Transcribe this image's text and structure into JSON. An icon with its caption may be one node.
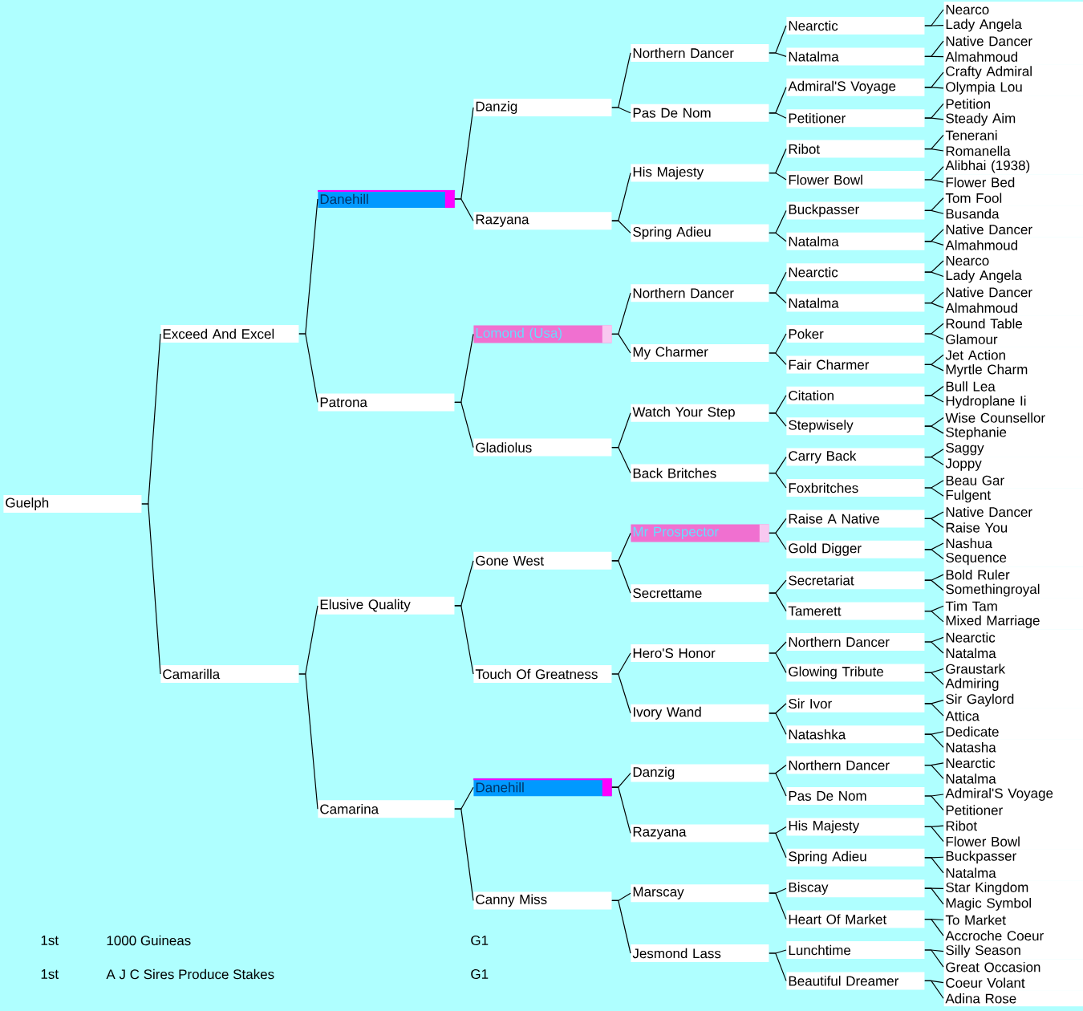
{
  "diagram": {
    "nodes": [
      {
        "text": [
          "Guelph"
        ]
      },
      {
        "text": [
          "Exceed And Excel"
        ]
      },
      {
        "text": [
          "Camarilla"
        ]
      },
      {
        "text": [
          "Danehill"
        ]
      },
      {
        "text": [
          "Patrona"
        ]
      },
      {
        "text": [
          "Elusive Quality"
        ]
      },
      {
        "text": [
          "Camarina"
        ]
      },
      {
        "text": [
          "Danzig"
        ]
      },
      {
        "text": [
          "Razyana"
        ]
      },
      {
        "text": [
          "Lomond (Usa)"
        ]
      },
      {
        "text": [
          "Gladiolus"
        ]
      },
      {
        "text": [
          "Gone West"
        ]
      },
      {
        "text": [
          "Touch Of Greatness"
        ]
      },
      {
        "text": [
          "Danehill"
        ]
      },
      {
        "text": [
          "Canny Miss"
        ]
      },
      {
        "text": [
          "Northern Dancer"
        ]
      },
      {
        "text": [
          "Pas De Nom"
        ]
      },
      {
        "text": [
          "His Majesty"
        ]
      },
      {
        "text": [
          "Spring Adieu"
        ]
      },
      {
        "text": [
          "Northern Dancer"
        ]
      },
      {
        "text": [
          "My Charmer"
        ]
      },
      {
        "text": [
          "Watch Your Step"
        ]
      },
      {
        "text": [
          "Back Britches"
        ]
      },
      {
        "text": [
          "Mr Prospector"
        ]
      },
      {
        "text": [
          "Secrettame"
        ]
      },
      {
        "text": [
          "Hero'S Honor"
        ]
      },
      {
        "text": [
          "Ivory Wand"
        ]
      },
      {
        "text": [
          "Danzig"
        ]
      },
      {
        "text": [
          "Razyana"
        ]
      },
      {
        "text": [
          "Marscay"
        ]
      },
      {
        "text": [
          "Jesmond Lass"
        ]
      },
      {
        "text": [
          "Nearctic"
        ]
      },
      {
        "text": [
          "Natalma"
        ]
      },
      {
        "text": [
          "Admiral'S Voyage"
        ]
      },
      {
        "text": [
          "Petitioner"
        ]
      },
      {
        "text": [
          "Ribot"
        ]
      },
      {
        "text": [
          "Flower Bowl"
        ]
      },
      {
        "text": [
          "Buckpasser"
        ]
      },
      {
        "text": [
          "Natalma"
        ]
      },
      {
        "text": [
          "Nearctic"
        ]
      },
      {
        "text": [
          "Natalma"
        ]
      },
      {
        "text": [
          "Poker"
        ]
      },
      {
        "text": [
          "Fair Charmer"
        ]
      },
      {
        "text": [
          "Citation"
        ]
      },
      {
        "text": [
          "Stepwisely"
        ]
      },
      {
        "text": [
          "Carry Back"
        ]
      },
      {
        "text": [
          "Foxbritches"
        ]
      },
      {
        "text": [
          "Raise A Native"
        ]
      },
      {
        "text": [
          "Gold Digger"
        ]
      },
      {
        "text": [
          "Secretariat"
        ]
      },
      {
        "text": [
          "Tamerett"
        ]
      },
      {
        "text": [
          "Northern Dancer"
        ]
      },
      {
        "text": [
          "Glowing Tribute"
        ]
      },
      {
        "text": [
          "Sir Ivor"
        ]
      },
      {
        "text": [
          "Natashka"
        ]
      },
      {
        "text": [
          "Northern Dancer"
        ]
      },
      {
        "text": [
          "Pas De Nom"
        ]
      },
      {
        "text": [
          "His Majesty"
        ]
      },
      {
        "text": [
          "Spring Adieu"
        ]
      },
      {
        "text": [
          "Biscay"
        ]
      },
      {
        "text": [
          "Heart Of Market"
        ]
      },
      {
        "text": [
          "Lunchtime"
        ]
      },
      {
        "text": [
          "Beautiful Dreamer"
        ]
      },
      {
        "text": [
          "Nearco"
        ]
      },
      {
        "text": [
          "Lady Angela"
        ]
      },
      {
        "text": [
          "Native Dancer"
        ]
      },
      {
        "text": [
          "Almahmoud"
        ]
      },
      {
        "text": [
          "Crafty Admiral"
        ]
      },
      {
        "text": [
          "Olympia Lou"
        ]
      },
      {
        "text": [
          "Petition"
        ]
      },
      {
        "text": [
          "Steady Aim"
        ]
      },
      {
        "text": [
          "Tenerani"
        ]
      },
      {
        "text": [
          "Romanella"
        ]
      },
      {
        "text": [
          "Alibhai (1938)"
        ]
      },
      {
        "text": [
          "Flower Bed"
        ]
      },
      {
        "text": [
          "Tom Fool"
        ]
      },
      {
        "text": [
          "Busanda"
        ]
      },
      {
        "text": [
          "Native Dancer"
        ]
      },
      {
        "text": [
          "Almahmoud"
        ]
      },
      {
        "text": [
          "Nearco"
        ]
      },
      {
        "text": [
          "Lady Angela"
        ]
      },
      {
        "text": [
          "Native Dancer"
        ]
      },
      {
        "text": [
          "Almahmoud"
        ]
      },
      {
        "text": [
          "Round Table"
        ]
      },
      {
        "text": [
          "Glamour"
        ]
      },
      {
        "text": [
          "Jet Action"
        ]
      },
      {
        "text": [
          "Myrtle Charm"
        ]
      },
      {
        "text": [
          "Bull Lea"
        ]
      },
      {
        "text": [
          "Hydroplane Ii"
        ]
      },
      {
        "text": [
          "Wise Counsellor"
        ]
      },
      {
        "text": [
          "Stephanie"
        ]
      },
      {
        "text": [
          "Saggy"
        ]
      },
      {
        "text": [
          "Joppy"
        ]
      },
      {
        "text": [
          "Beau Gar"
        ]
      },
      {
        "text": [
          "Fulgent"
        ]
      },
      {
        "text": [
          "Native Dancer"
        ]
      },
      {
        "text": [
          "Raise You"
        ]
      },
      {
        "text": [
          "Nashua"
        ]
      },
      {
        "text": [
          "Sequence"
        ]
      },
      {
        "text": [
          "Bold Ruler"
        ]
      },
      {
        "text": [
          "Somethingroyal"
        ]
      },
      {
        "text": [
          "Tim Tam"
        ]
      },
      {
        "text": [
          "Mixed Marriage"
        ]
      },
      {
        "text": [
          "Nearctic"
        ]
      },
      {
        "text": [
          "Natalma"
        ]
      },
      {
        "text": [
          "Graustark"
        ]
      },
      {
        "text": [
          "Admiring"
        ]
      },
      {
        "text": [
          "Sir Gaylord"
        ]
      },
      {
        "text": [
          "Attica"
        ]
      },
      {
        "text": [
          "Dedicate"
        ]
      },
      {
        "text": [
          "Natasha"
        ]
      },
      {
        "text": [
          "Nearctic"
        ]
      },
      {
        "text": [
          "Natalma"
        ]
      },
      {
        "text": [
          "Admiral'S Voyage"
        ]
      },
      {
        "text": [
          "Petitioner"
        ]
      },
      {
        "text": [
          "Ribot"
        ]
      },
      {
        "text": [
          "Flower Bowl"
        ]
      },
      {
        "text": [
          "Buckpasser"
        ]
      },
      {
        "text": [
          "Natalma"
        ]
      },
      {
        "text": [
          "Star Kingdom"
        ]
      },
      {
        "text": [
          "Magic Symbol"
        ]
      },
      {
        "text": [
          "To Market"
        ]
      },
      {
        "text": [
          "Accroche Coeur"
        ]
      },
      {
        "text": [
          "Silly Season"
        ]
      },
      {
        "text": [
          "Great Occasion"
        ]
      },
      {
        "text": [
          "Coeur Volant"
        ]
      },
      {
        "text": [
          "Adina Rose"
        ]
      }
    ],
    "edges": [
      {
        "from": 0,
        "to": 1,
        "arrow": "none"
      },
      {
        "from": 0,
        "to": 2,
        "arrow": "none"
      },
      {
        "from": 1,
        "to": 3,
        "arrow": "none"
      },
      {
        "from": 1,
        "to": 4,
        "arrow": "none"
      },
      {
        "from": 2,
        "to": 5,
        "arrow": "none"
      },
      {
        "from": 2,
        "to": 6,
        "arrow": "none"
      },
      {
        "from": 3,
        "to": 7,
        "arrow": "none"
      },
      {
        "from": 3,
        "to": 8,
        "arrow": "none"
      },
      {
        "from": 4,
        "to": 9,
        "arrow": "none"
      },
      {
        "from": 4,
        "to": 10,
        "arrow": "none"
      },
      {
        "from": 5,
        "to": 11,
        "arrow": "none"
      },
      {
        "from": 5,
        "to": 12,
        "arrow": "none"
      },
      {
        "from": 6,
        "to": 13,
        "arrow": "none"
      },
      {
        "from": 6,
        "to": 14,
        "arrow": "none"
      },
      {
        "from": 7,
        "to": 15,
        "arrow": "none"
      },
      {
        "from": 7,
        "to": 16,
        "arrow": "none"
      },
      {
        "from": 8,
        "to": 17,
        "arrow": "none"
      },
      {
        "from": 8,
        "to": 18,
        "arrow": "none"
      },
      {
        "from": 9,
        "to": 19,
        "arrow": "none"
      },
      {
        "from": 9,
        "to": 20,
        "arrow": "none"
      },
      {
        "from": 10,
        "to": 21,
        "arrow": "none"
      },
      {
        "from": 10,
        "to": 22,
        "arrow": "none"
      },
      {
        "from": 11,
        "to": 23,
        "arrow": "none"
      },
      {
        "from": 11,
        "to": 24,
        "arrow": "none"
      },
      {
        "from": 12,
        "to": 25,
        "arrow": "none"
      },
      {
        "from": 12,
        "to": 26,
        "arrow": "none"
      },
      {
        "from": 13,
        "to": 27,
        "arrow": "none"
      },
      {
        "from": 13,
        "to": 28,
        "arrow": "none"
      },
      {
        "from": 14,
        "to": 29,
        "arrow": "none"
      },
      {
        "from": 14,
        "to": 30,
        "arrow": "none"
      },
      {
        "from": 15,
        "to": 31,
        "arrow": "none"
      },
      {
        "from": 15,
        "to": 32,
        "arrow": "none"
      },
      {
        "from": 16,
        "to": 33,
        "arrow": "none"
      },
      {
        "from": 16,
        "to": 34,
        "arrow": "none"
      },
      {
        "from": 17,
        "to": 35,
        "arrow": "none"
      },
      {
        "from": 17,
        "to": 36,
        "arrow": "none"
      },
      {
        "from": 18,
        "to": 37,
        "arrow": "none"
      },
      {
        "from": 18,
        "to": 38,
        "arrow": "none"
      },
      {
        "from": 19,
        "to": 39,
        "arrow": "none"
      },
      {
        "from": 19,
        "to": 40,
        "arrow": "none"
      },
      {
        "from": 20,
        "to": 41,
        "arrow": "none"
      },
      {
        "from": 20,
        "to": 42,
        "arrow": "none"
      },
      {
        "from": 21,
        "to": 43,
        "arrow": "none"
      },
      {
        "from": 21,
        "to": 44,
        "arrow": "none"
      },
      {
        "from": 22,
        "to": 45,
        "arrow": "none"
      },
      {
        "from": 22,
        "to": 46,
        "arrow": "none"
      },
      {
        "from": 23,
        "to": 47,
        "arrow": "none"
      },
      {
        "from": 23,
        "to": 48,
        "arrow": "none"
      },
      {
        "from": 24,
        "to": 49,
        "arrow": "none"
      },
      {
        "from": 24,
        "to": 50,
        "arrow": "none"
      },
      {
        "from": 25,
        "to": 51,
        "arrow": "none"
      },
      {
        "from": 25,
        "to": 52,
        "arrow": "none"
      },
      {
        "from": 26,
        "to": 53,
        "arrow": "none"
      },
      {
        "from": 26,
        "to": 54,
        "arrow": "none"
      },
      {
        "from": 27,
        "to": 55,
        "arrow": "none"
      },
      {
        "from": 27,
        "to": 56,
        "arrow": "none"
      },
      {
        "from": 28,
        "to": 57,
        "arrow": "none"
      },
      {
        "from": 28,
        "to": 58,
        "arrow": "none"
      },
      {
        "from": 29,
        "to": 59,
        "arrow": "none"
      },
      {
        "from": 29,
        "to": 60,
        "arrow": "none"
      },
      {
        "from": 30,
        "to": 61,
        "arrow": "none"
      },
      {
        "from": 30,
        "to": 62,
        "arrow": "none"
      },
      {
        "from": 31,
        "to": 63,
        "arrow": "none"
      },
      {
        "from": 31,
        "to": 64,
        "arrow": "none"
      },
      {
        "from": 32,
        "to": 65,
        "arrow": "none"
      },
      {
        "from": 32,
        "to": 66,
        "arrow": "none"
      },
      {
        "from": 33,
        "to": 67,
        "arrow": "none"
      },
      {
        "from": 33,
        "to": 68,
        "arrow": "none"
      },
      {
        "from": 34,
        "to": 69,
        "arrow": "none"
      },
      {
        "from": 34,
        "to": 70,
        "arrow": "none"
      },
      {
        "from": 35,
        "to": 71,
        "arrow": "none"
      },
      {
        "from": 35,
        "to": 72,
        "arrow": "none"
      },
      {
        "from": 36,
        "to": 73,
        "arrow": "none"
      },
      {
        "from": 36,
        "to": 74,
        "arrow": "none"
      },
      {
        "from": 37,
        "to": 75,
        "arrow": "none"
      },
      {
        "from": 37,
        "to": 76,
        "arrow": "none"
      },
      {
        "from": 38,
        "to": 77,
        "arrow": "none"
      },
      {
        "from": 38,
        "to": 78,
        "arrow": "none"
      },
      {
        "from": 39,
        "to": 79,
        "arrow": "none"
      },
      {
        "from": 39,
        "to": 80,
        "arrow": "none"
      },
      {
        "from": 40,
        "to": 81,
        "arrow": "none"
      },
      {
        "from": 40,
        "to": 82,
        "arrow": "none"
      },
      {
        "from": 41,
        "to": 83,
        "arrow": "none"
      },
      {
        "from": 41,
        "to": 84,
        "arrow": "none"
      },
      {
        "from": 42,
        "to": 85,
        "arrow": "none"
      },
      {
        "from": 42,
        "to": 86,
        "arrow": "none"
      },
      {
        "from": 43,
        "to": 87,
        "arrow": "none"
      },
      {
        "from": 43,
        "to": 88,
        "arrow": "none"
      },
      {
        "from": 44,
        "to": 89,
        "arrow": "none"
      },
      {
        "from": 44,
        "to": 90,
        "arrow": "none"
      },
      {
        "from": 45,
        "to": 91,
        "arrow": "none"
      },
      {
        "from": 45,
        "to": 92,
        "arrow": "none"
      },
      {
        "from": 46,
        "to": 93,
        "arrow": "none"
      },
      {
        "from": 46,
        "to": 94,
        "arrow": "none"
      },
      {
        "from": 47,
        "to": 95,
        "arrow": "none"
      },
      {
        "from": 47,
        "to": 96,
        "arrow": "none"
      },
      {
        "from": 48,
        "to": 97,
        "arrow": "none"
      },
      {
        "from": 48,
        "to": 98,
        "arrow": "none"
      },
      {
        "from": 49,
        "to": 99,
        "arrow": "none"
      },
      {
        "from": 49,
        "to": 100,
        "arrow": "none"
      },
      {
        "from": 50,
        "to": 101,
        "arrow": "none"
      },
      {
        "from": 50,
        "to": 102,
        "arrow": "none"
      },
      {
        "from": 51,
        "to": 103,
        "arrow": "none"
      },
      {
        "from": 51,
        "to": 104,
        "arrow": "none"
      },
      {
        "from": 52,
        "to": 105,
        "arrow": "none"
      },
      {
        "from": 52,
        "to": 106,
        "arrow": "none"
      },
      {
        "from": 53,
        "to": 107,
        "arrow": "none"
      },
      {
        "from": 53,
        "to": 108,
        "arrow": "none"
      },
      {
        "from": 54,
        "to": 109,
        "arrow": "none"
      },
      {
        "from": 54,
        "to": 110,
        "arrow": "none"
      },
      {
        "from": 55,
        "to": 111,
        "arrow": "none"
      },
      {
        "from": 55,
        "to": 112,
        "arrow": "none"
      },
      {
        "from": 56,
        "to": 113,
        "arrow": "none"
      },
      {
        "from": 56,
        "to": 114,
        "arrow": "none"
      },
      {
        "from": 57,
        "to": 115,
        "arrow": "none"
      },
      {
        "from": 57,
        "to": 116,
        "arrow": "none"
      },
      {
        "from": 58,
        "to": 117,
        "arrow": "none"
      },
      {
        "from": 58,
        "to": 118,
        "arrow": "none"
      },
      {
        "from": 59,
        "to": 119,
        "arrow": "none"
      },
      {
        "from": 59,
        "to": 120,
        "arrow": "none"
      },
      {
        "from": 60,
        "to": 121,
        "arrow": "none"
      },
      {
        "from": 60,
        "to": 122,
        "arrow": "none"
      },
      {
        "from": 61,
        "to": 123,
        "arrow": "none"
      },
      {
        "from": 61,
        "to": 124,
        "arrow": "none"
      },
      {
        "from": 62,
        "to": 125,
        "arrow": "none"
      },
      {
        "from": 62,
        "to": 126,
        "arrow": "none"
      }
    ],
    "labels": [
      "1st",
      "1000 Guineas",
      "G1",
      "1st",
      "A J C Sires Produce Stakes",
      "G1"
    ]
  }
}
